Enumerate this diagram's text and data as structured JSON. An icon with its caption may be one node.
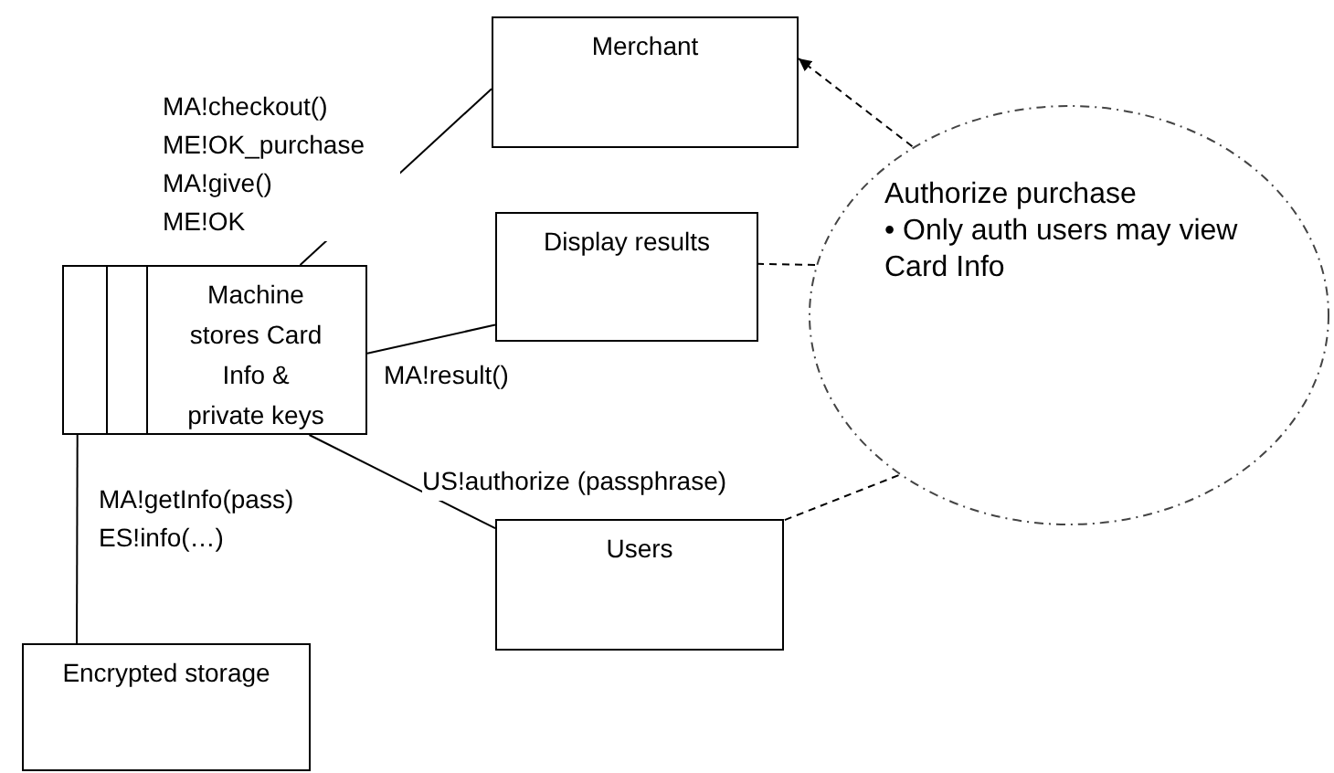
{
  "diagram": {
    "nodes": [
      {
        "text": [
          "Merchant"
        ]
      },
      {
        "text": [
          "Display results"
        ]
      },
      {
        "text": [
          "Machine stores Card Info & private keys"
        ]
      },
      {
        "text": [
          "Users"
        ]
      },
      {
        "text": [
          "Encrypted storage"
        ]
      },
      {
        "text": [
          "Authorize purchase",
          "• Only auth users may view Card Info"
        ]
      }
    ],
    "edges": [
      {
        "from": 2,
        "to": 0,
        "arrow": "none",
        "label": "MA!checkout() ME!OK_purchase MA!give() ME!OK"
      },
      {
        "from": 2,
        "to": 1,
        "arrow": "none",
        "label": "MA!result()"
      },
      {
        "from": 2,
        "to": 3,
        "arrow": "none",
        "label": "US!authorize (passphrase)"
      },
      {
        "from": 2,
        "to": 4,
        "arrow": "none",
        "label": "MA!getInfo(pass) ES!info(…)"
      },
      {
        "from": 5,
        "to": 0,
        "arrow": "to",
        "style": "dashed"
      },
      {
        "from": 5,
        "to": 1,
        "arrow": "none",
        "style": "dashed"
      },
      {
        "from": 5,
        "to": 3,
        "arrow": "none",
        "style": "dashed"
      }
    ]
  }
}
